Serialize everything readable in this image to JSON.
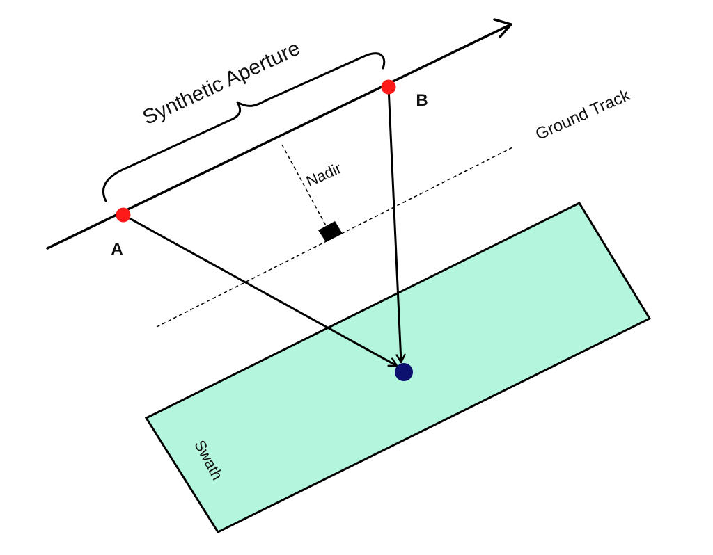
{
  "labels": {
    "synthetic_aperture": "Synthetic Aperture",
    "point_a": "A",
    "point_b": "B",
    "ground_track": "Ground Track",
    "nadir": "Nadir",
    "swath": "Swath"
  },
  "colors": {
    "swath_fill": "#b3f6dd",
    "line": "#000000",
    "antenna_position": "#ff1a1a",
    "target": "#0c1170"
  }
}
